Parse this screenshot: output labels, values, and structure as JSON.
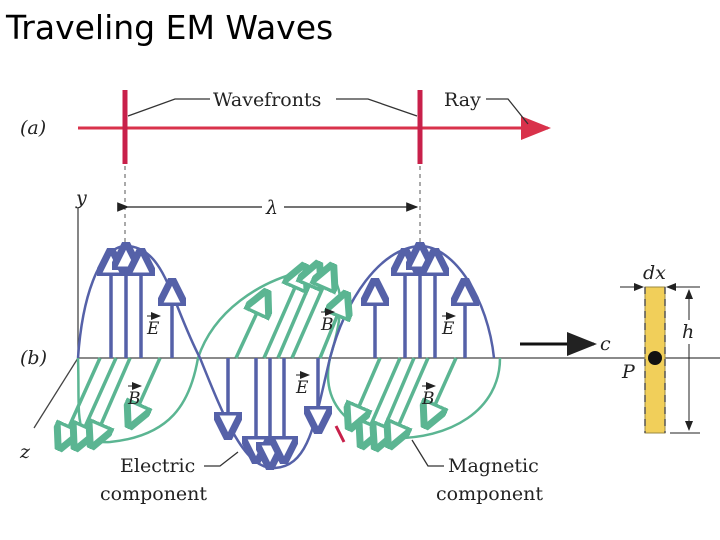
{
  "title": "Traveling EM Waves",
  "panel_a": {
    "label": "(a)",
    "wavefronts_label": "Wavefronts",
    "ray_label": "Ray",
    "wavelength_symbol": "λ"
  },
  "panel_b": {
    "label": "(b)",
    "y_axis": "y",
    "z_axis": "z",
    "e_symbol": "E",
    "b_symbol": "B",
    "speed_symbol": "c",
    "point_label": "P",
    "dx_label": "dx",
    "h_label": "h",
    "electric_line1": "Electric",
    "electric_line2": "component",
    "magnetic_line1": "Magnetic",
    "magnetic_line2": "component"
  },
  "colors": {
    "electric": "#5561a8",
    "magnetic": "#5bb592",
    "wavefront": "#c8204a",
    "ray": "#d9324b",
    "strip": "#f1cf5a"
  }
}
